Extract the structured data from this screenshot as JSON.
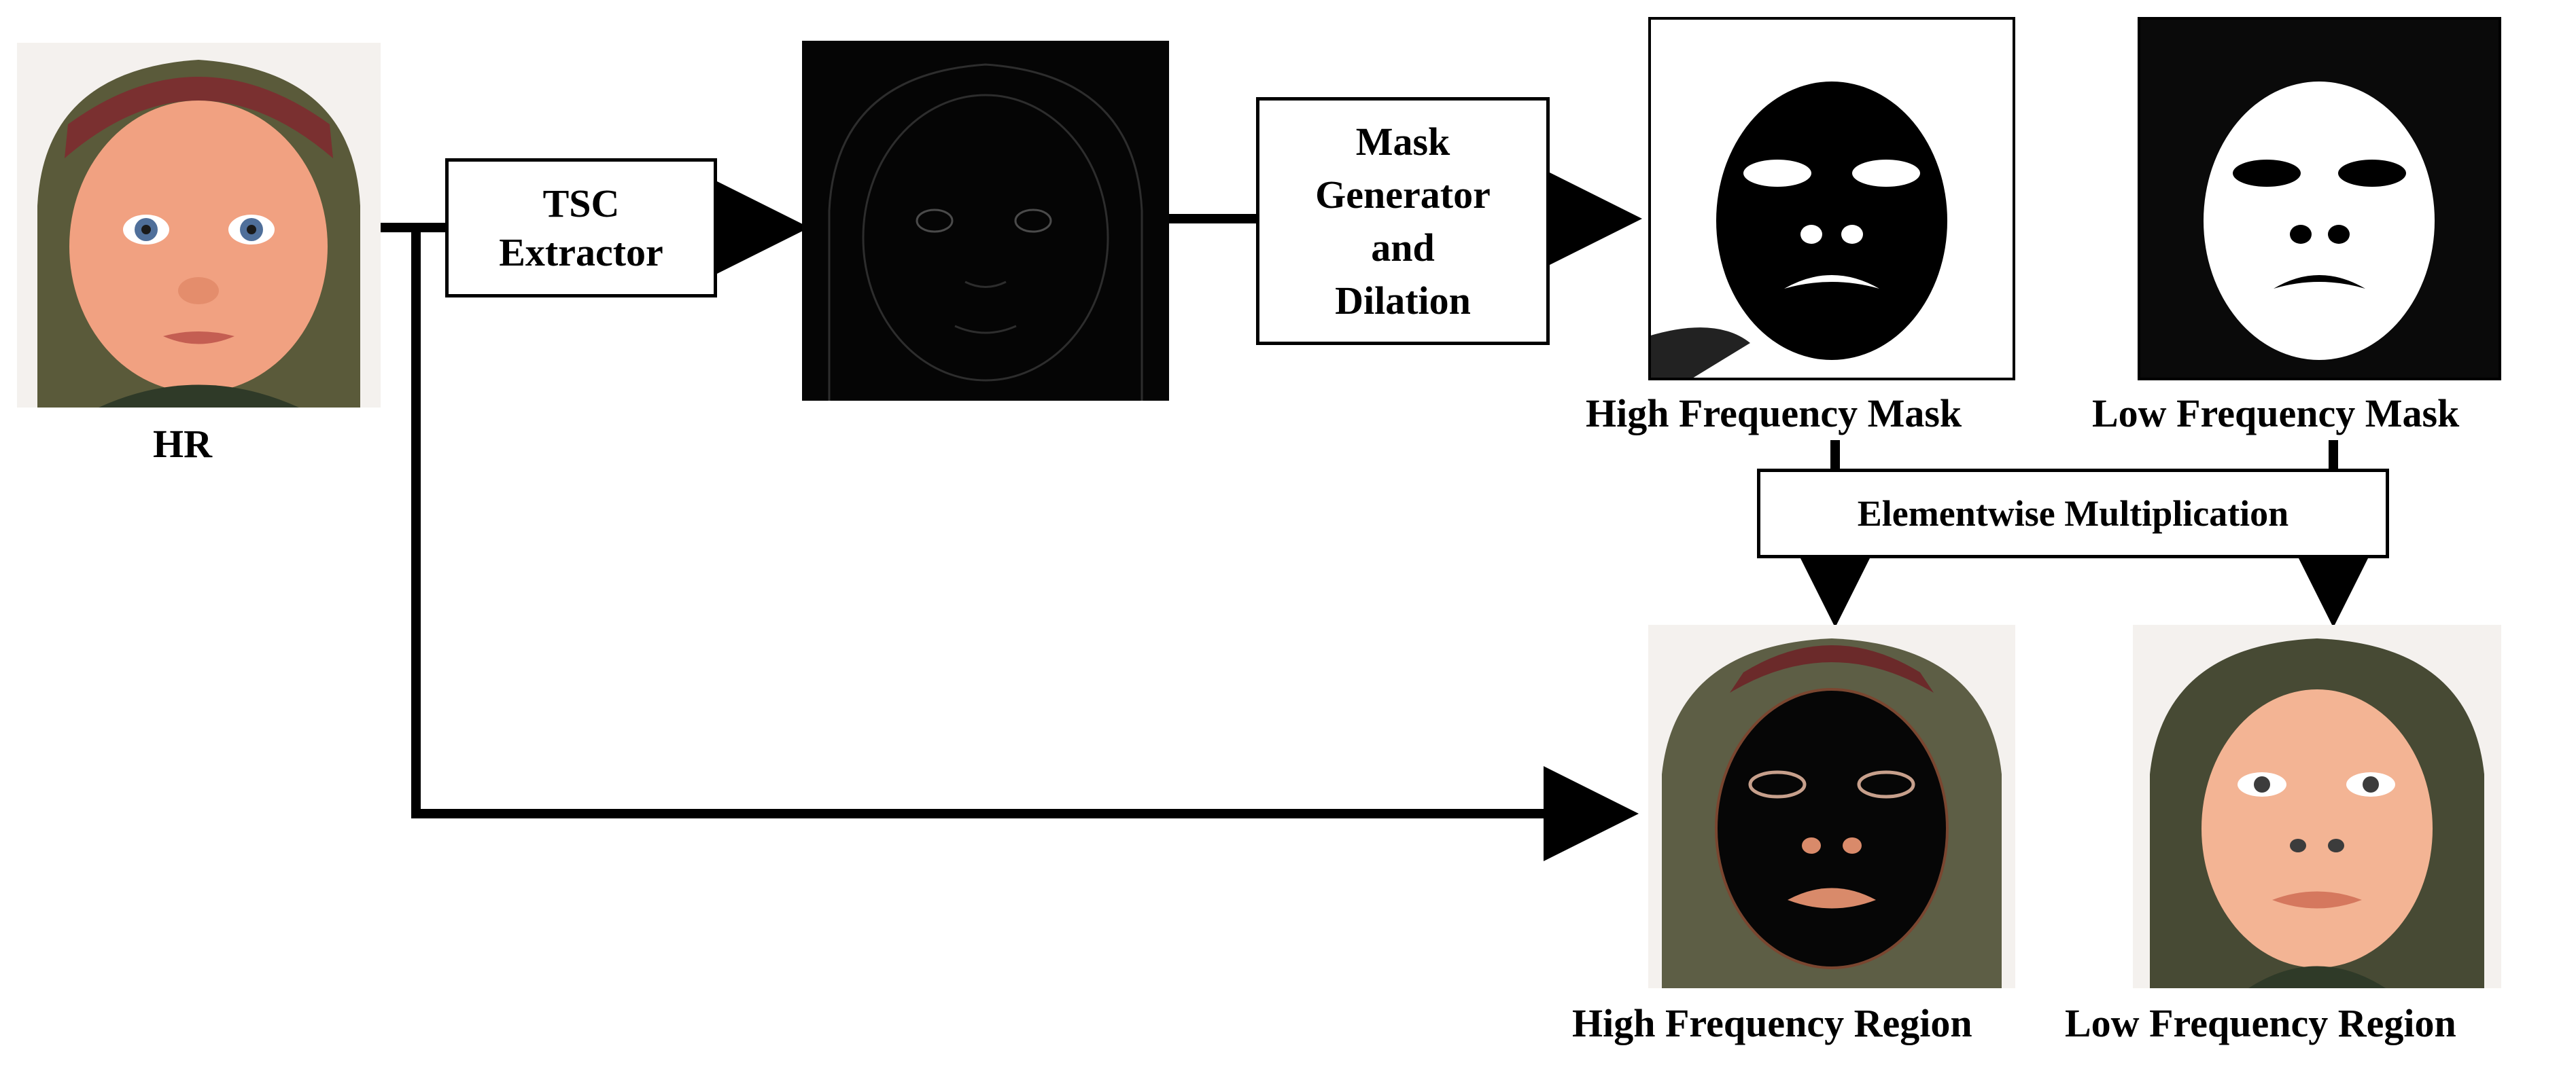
{
  "images": {
    "hr": {
      "label": "HR"
    },
    "tsc_map": {},
    "high_mask": {
      "label": "High Frequency Mask"
    },
    "low_mask": {
      "label": "Low Frequency Mask"
    },
    "high_region": {
      "label": "High Frequency Region"
    },
    "low_region": {
      "label": "Low Frequency Region"
    }
  },
  "boxes": {
    "tsc": {
      "lines": [
        "TSC",
        "Extractor"
      ]
    },
    "mask_gen": {
      "lines": [
        "Mask",
        "Generator",
        "and",
        "Dilation"
      ]
    },
    "multiply": {
      "text": "Elementwise Multiplication"
    }
  }
}
